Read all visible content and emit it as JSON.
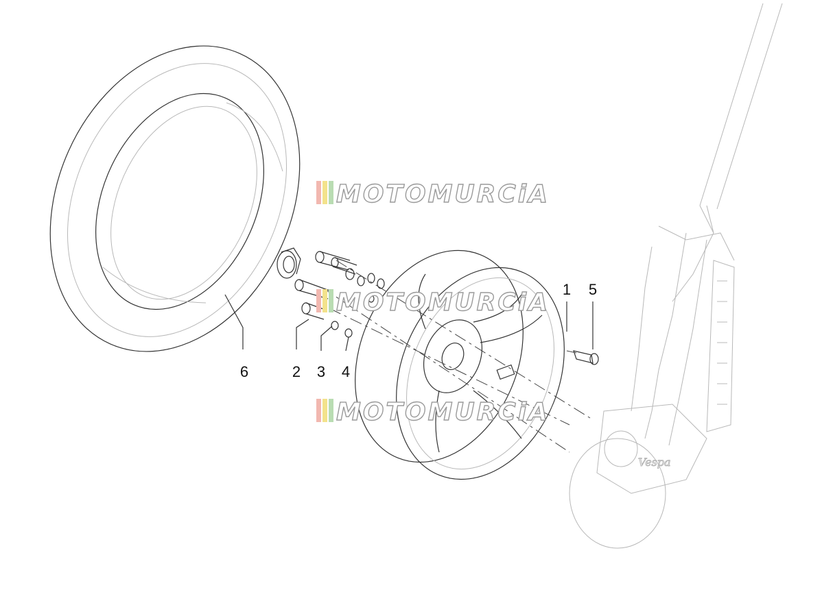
{
  "diagram": {
    "callouts": [
      {
        "id": "1",
        "label": "1"
      },
      {
        "id": "2",
        "label": "2"
      },
      {
        "id": "3",
        "label": "3"
      },
      {
        "id": "4",
        "label": "4"
      },
      {
        "id": "5",
        "label": "5"
      },
      {
        "id": "6",
        "label": "6"
      }
    ],
    "watermark": {
      "text": "MOTOMURCiA",
      "stripe_colors": [
        "#f2b8b0",
        "#f3e28c",
        "#b9dcb2"
      ],
      "outline_color": "#9a9a9a"
    },
    "hub_logo_text": "Vespa"
  }
}
